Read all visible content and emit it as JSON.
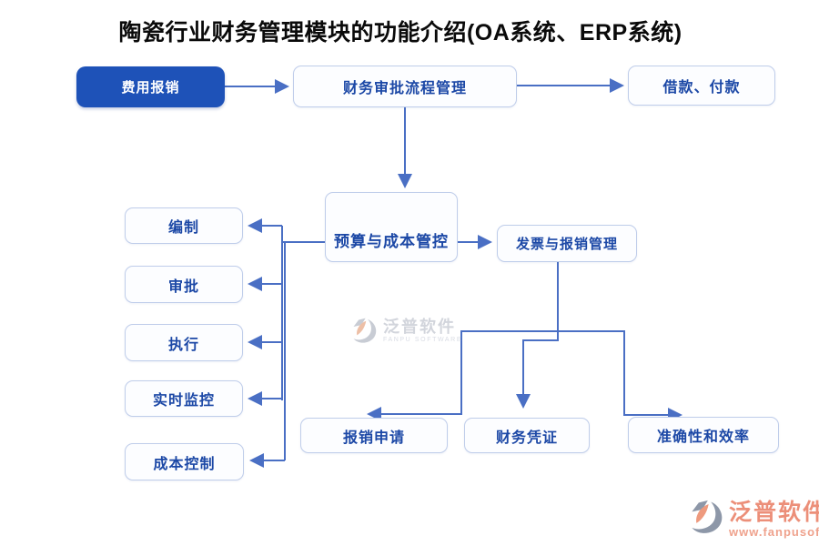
{
  "title": "陶瓷行业财务管理模块的功能介绍(OA系统、ERP系统)",
  "nodes": {
    "expense": {
      "label": "费用报销"
    },
    "approval_flow": {
      "label": "财务审批流程管理"
    },
    "loan_payment": {
      "label": "借款、付款"
    },
    "budget_cost": {
      "label": "预算与成本管控"
    },
    "invoice_reimb": {
      "label": "发票与报销管理"
    },
    "budget_sub": [
      {
        "label": "编制"
      },
      {
        "label": "审批"
      },
      {
        "label": "执行"
      },
      {
        "label": "实时监控"
      },
      {
        "label": "成本控制"
      }
    ],
    "bottom": [
      {
        "label": "报销申请"
      },
      {
        "label": "财务凭证"
      },
      {
        "label": "准确性和效率"
      }
    ]
  },
  "watermark": {
    "brand": "泛普软件",
    "subtitle": "FANPU SOFTWARE"
  },
  "footer": {
    "brand": "泛普软件",
    "url": "www.fanpusoft.com"
  },
  "colors": {
    "primary_button_blue": "#1e52b8",
    "connector_blue": "#4a6fc4",
    "node_border": "#bfcdea",
    "node_text_blue": "#1c48a6",
    "brand_salmon": "#ec8f79",
    "logo_grey": "#8d97a8",
    "watermark_grey": "#d2d5dc"
  }
}
